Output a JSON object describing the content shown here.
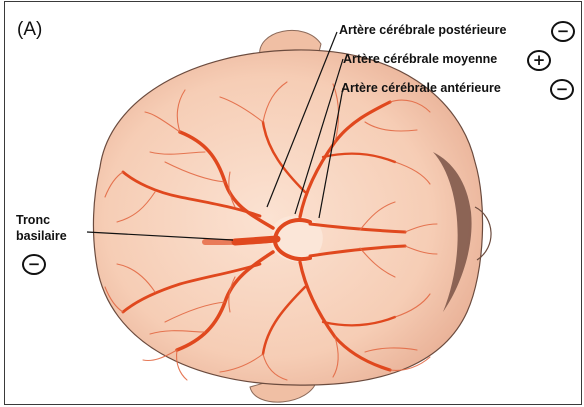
{
  "figure": {
    "panel_label": "(A)",
    "labels": {
      "posterior": "Artère cérébrale postérieure",
      "middle": "Artère cérébrale moyenne",
      "anterior": "Artère cérébrale antérieure",
      "basilar_line1": "Tronc",
      "basilar_line2": "basilaire"
    },
    "signs": {
      "posterior": "−",
      "middle": "+",
      "anterior": "−",
      "basilar": "−"
    },
    "colors": {
      "skin": "#f6cdb5",
      "skin_shadow": "#e5ad93",
      "vessel": "#e0481e",
      "ventricle": "#f8dccc"
    }
  }
}
